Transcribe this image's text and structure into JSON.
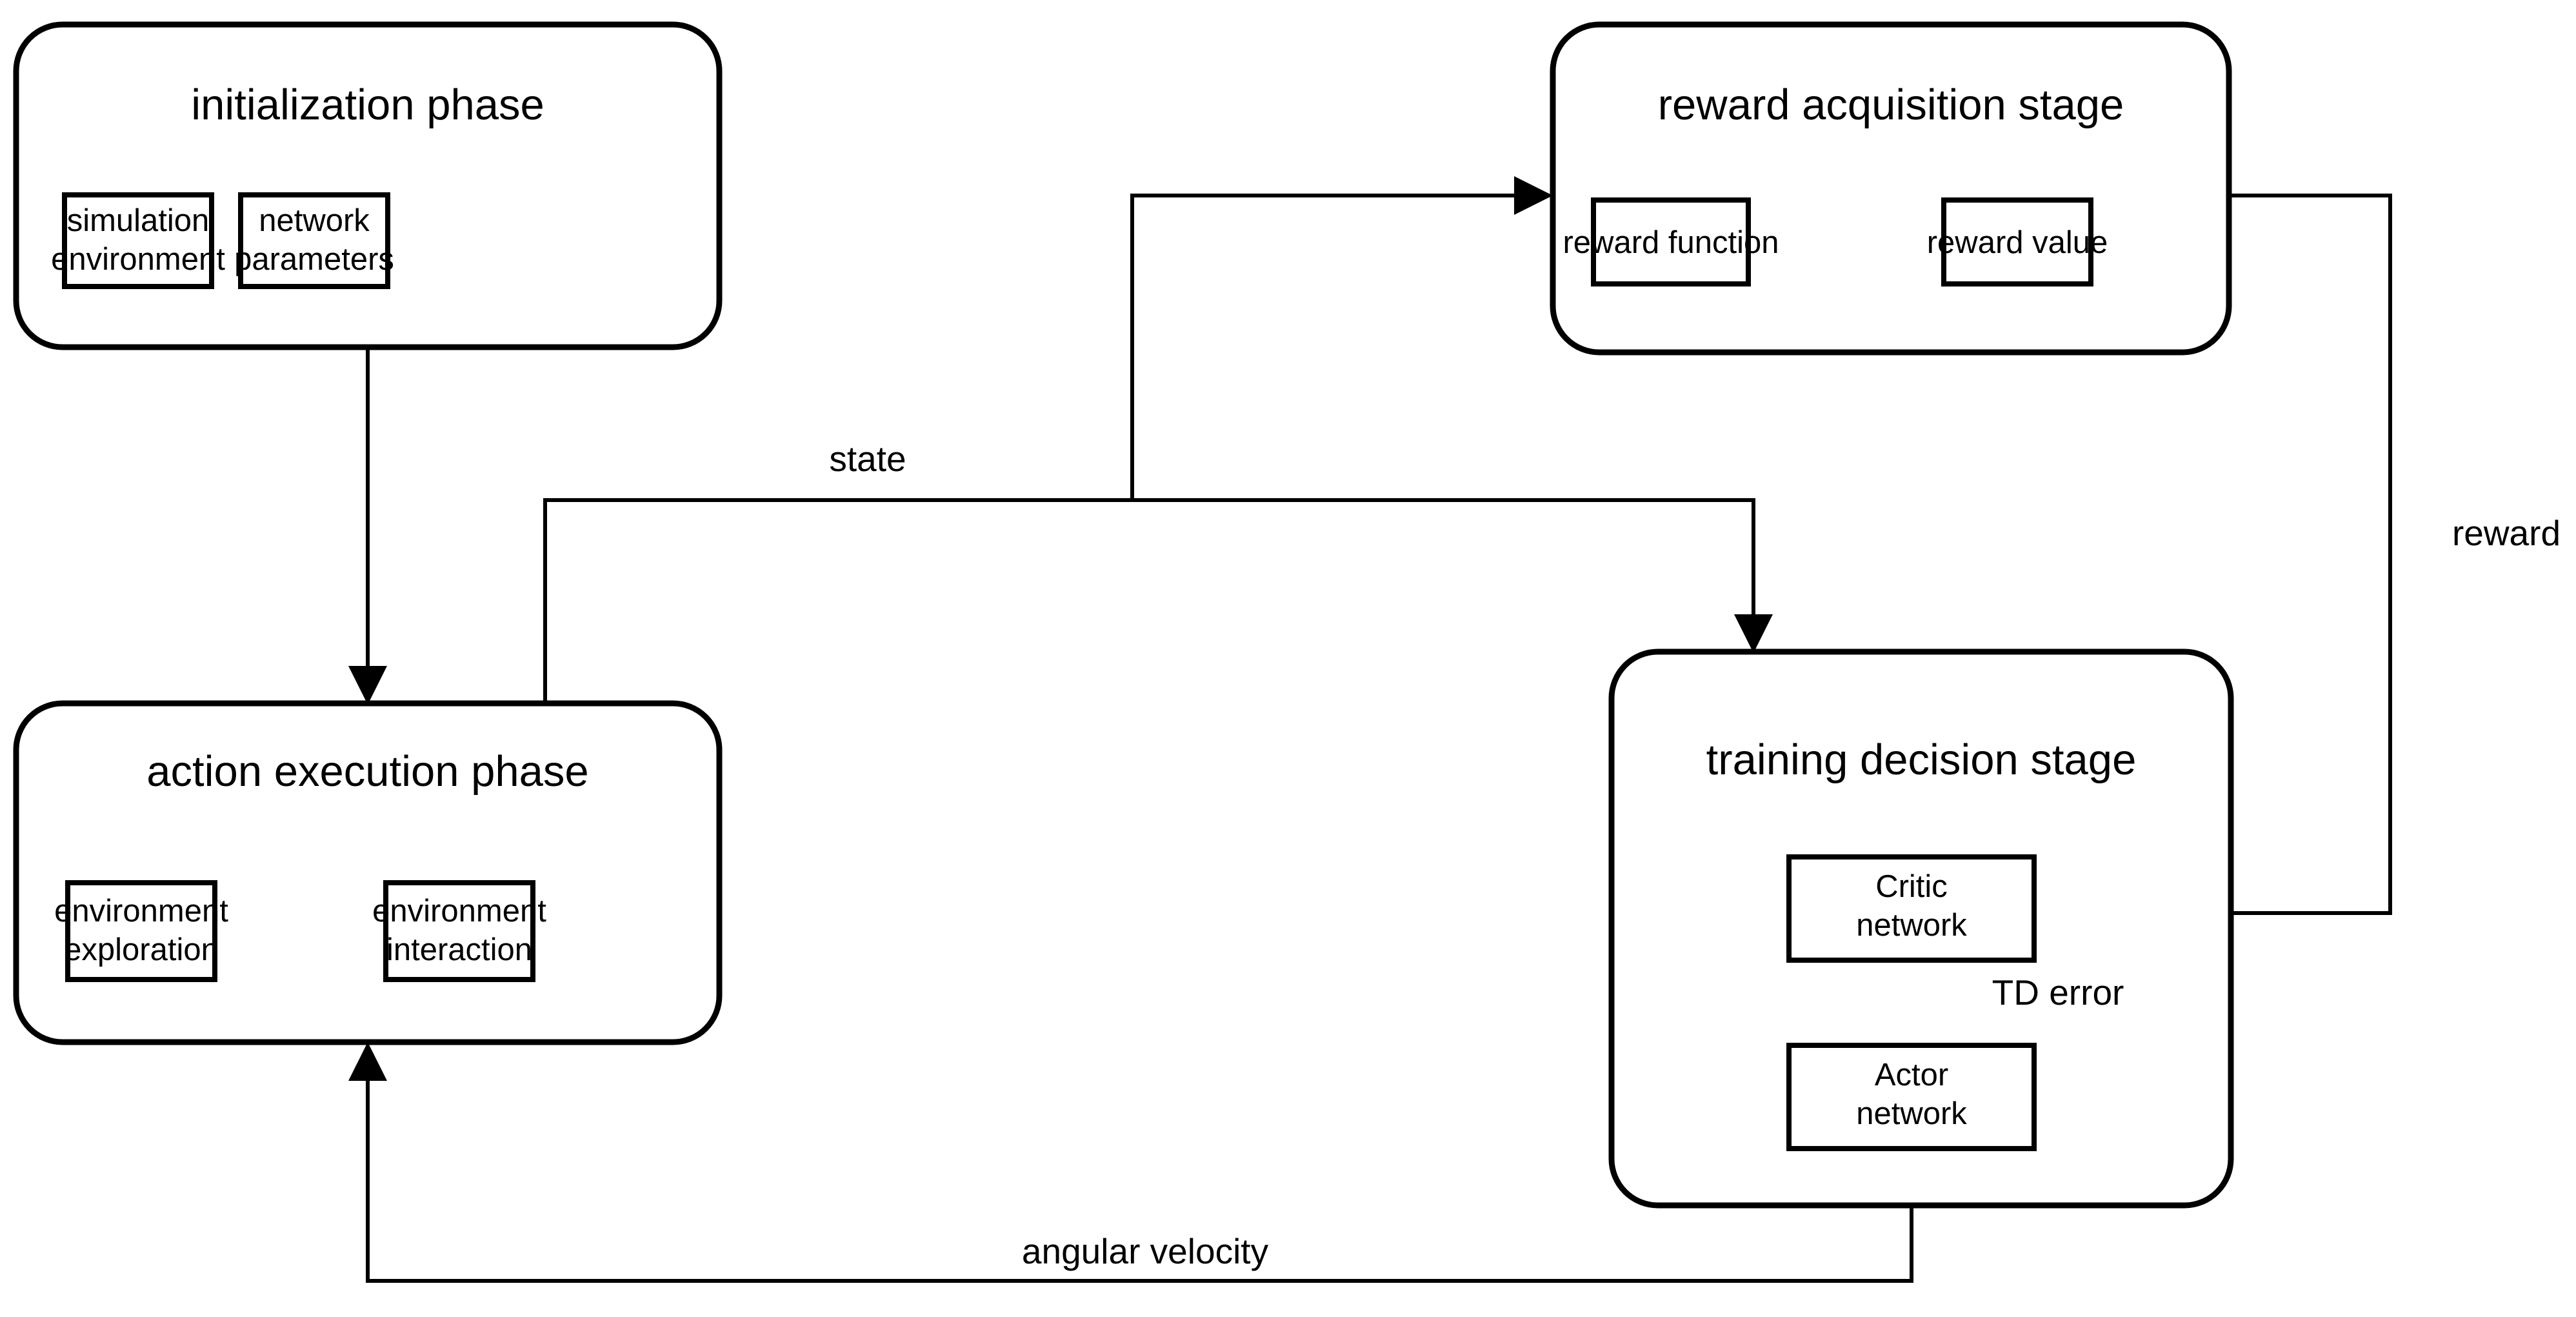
{
  "diagram": {
    "title": "reinforcement learning training flow",
    "colors": {
      "stroke": "#000000",
      "fill": "#ffffff",
      "text": "#000000"
    },
    "stages": {
      "initialization": {
        "title": "initialization phase",
        "sub_boxes": [
          {
            "line1": "simulation",
            "line2": "environment"
          },
          {
            "line1": "network",
            "line2": "parameters"
          }
        ]
      },
      "reward_acquisition": {
        "title": "reward acquisition stage",
        "sub_boxes": [
          {
            "line1": "reward function",
            "line2": ""
          },
          {
            "line1": "reward value",
            "line2": ""
          }
        ]
      },
      "action_execution": {
        "title": "action execution phase",
        "sub_boxes": [
          {
            "line1": "environment",
            "line2": "exploration"
          },
          {
            "line1": "environment",
            "line2": "interaction"
          }
        ]
      },
      "training_decision": {
        "title": "training decision stage",
        "sub_boxes": [
          {
            "line1": "Critic",
            "line2": "network"
          },
          {
            "line1": "Actor",
            "line2": "network"
          }
        ]
      }
    },
    "edge_labels": {
      "state": "state",
      "reward": "reward",
      "td_error": "TD error",
      "angular_velocity": "angular velocity"
    }
  }
}
